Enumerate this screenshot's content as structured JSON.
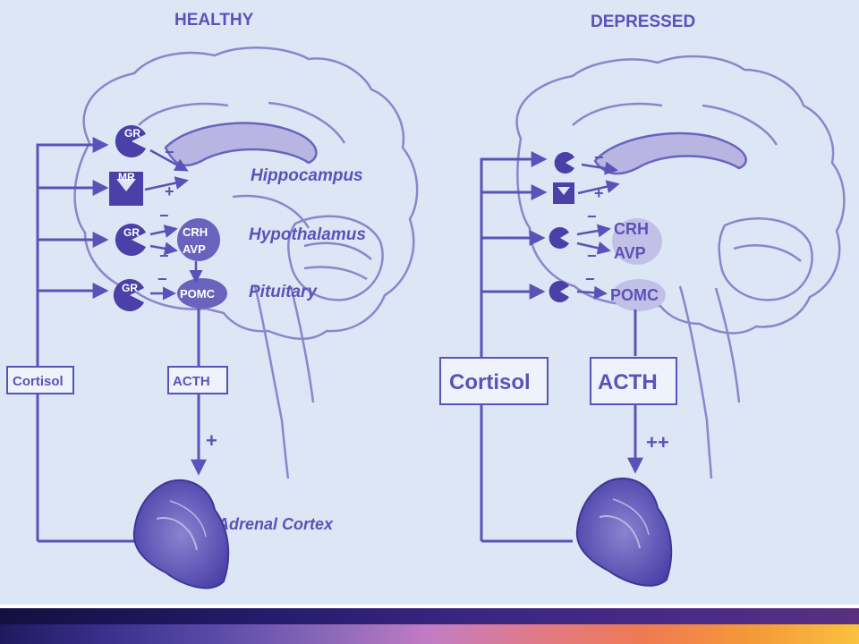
{
  "panels": {
    "healthy": {
      "title": "HEALTHY",
      "receptors": [
        "GR",
        "MR",
        "GR",
        "GR"
      ],
      "hormones": [
        "CRH",
        "AVP",
        "POMC"
      ],
      "regions": [
        "Hippocampus",
        "Hypothalamus",
        "Pituitary",
        "Adrenal Cortex"
      ],
      "signs": {
        "minus": "−",
        "plus": "+"
      },
      "boxes": {
        "cortisol": "Cortisol",
        "acth": "ACTH"
      },
      "acth_effect": "+"
    },
    "depressed": {
      "title": "DEPRESSED",
      "hormones": [
        "CRH",
        "AVP",
        "POMC"
      ],
      "signs": {
        "minus": "−",
        "plus": "+"
      },
      "boxes": {
        "cortisol": "Cortisol",
        "acth": "ACTH"
      },
      "acth_effect": "++"
    }
  },
  "colors": {
    "background": "#dde6f4",
    "ink": "#5a52b8",
    "brain_outline": "#8b86cc",
    "footer_gradient": [
      "#1e1a5e",
      "#c27cc4",
      "#f8c23e"
    ]
  }
}
